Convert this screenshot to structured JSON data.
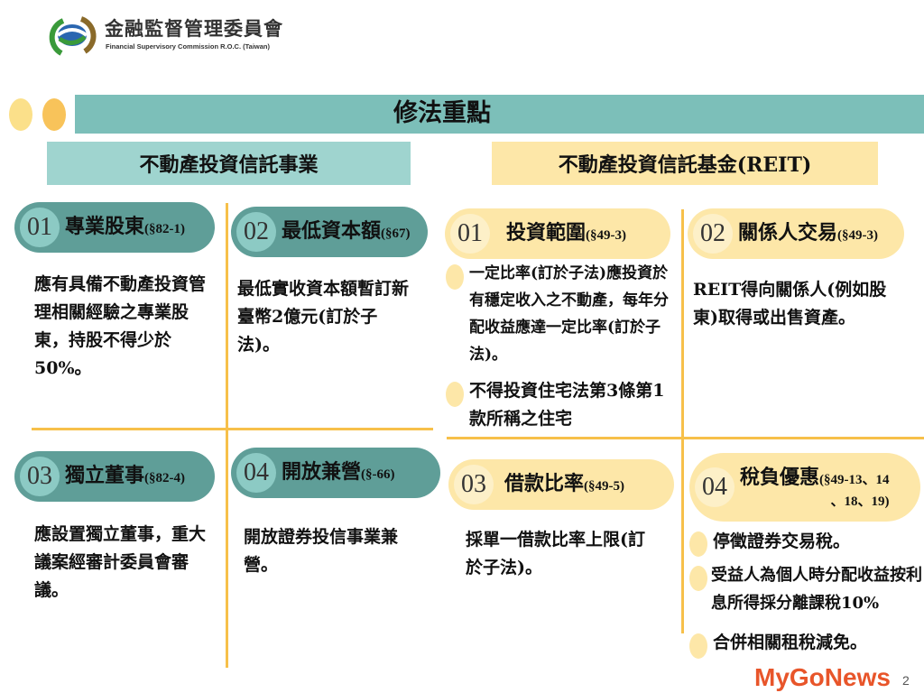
{
  "header": {
    "org_cn": "金融監督管理委員會",
    "org_en": "Financial Supervisory Commission R.O.C. (Taiwan)"
  },
  "title": "修法重點",
  "left": {
    "heading": "不動產投資信託事業",
    "items": [
      {
        "num": "01",
        "name": "專業股東",
        "ref": "(§82-1)",
        "body": "應有具備不動產投資管理相關經驗之專業股東，持股不得少於50%。"
      },
      {
        "num": "02",
        "name": "最低資本額",
        "ref": "(§67)",
        "body": "最低實收資本額暫訂新臺幣2億元(訂於子法)。"
      },
      {
        "num": "03",
        "name": "獨立董事",
        "ref": "(§82-4)",
        "body": "應設置獨立董事，重大議案經審計委員會審議。"
      },
      {
        "num": "04",
        "name": "開放兼營",
        "ref": "(§-66)",
        "body": "開放證券投信事業兼營。"
      }
    ]
  },
  "right": {
    "heading": "不動產投資信託基金(REIT)",
    "items": [
      {
        "num": "01",
        "name": "投資範圍",
        "ref": "(§49-3)",
        "bullets": [
          "一定比率(訂於子法)應投資於有穩定收入之不動產，每年分配收益應達一定比率(訂於子法)。",
          "不得投資住宅法第3條第1款所稱之住宅"
        ]
      },
      {
        "num": "02",
        "name": "關係人交易",
        "ref": "(§49-3)",
        "body": "REIT得向關係人(例如股東)取得或出售資產。"
      },
      {
        "num": "03",
        "name": "借款比率",
        "ref": "(§49-5)",
        "body": "採單一借款比率上限(訂於子法)。"
      },
      {
        "num": "04",
        "name": "稅負優惠",
        "ref": "(§49-13、14",
        "ref2": "、18、19)",
        "bullets": [
          "停徵證券交易稅。",
          "受益人為個人時分配收益按利息所得採分離課稅10%",
          "合併相關租稅減免。"
        ]
      }
    ]
  },
  "watermark": "MyGoNews",
  "page_number": "2",
  "colors": {
    "teal": "#7cbfb9",
    "teal_dark": "#5f9e98",
    "gold": "#fde7a8",
    "line": "#f7c04a"
  }
}
